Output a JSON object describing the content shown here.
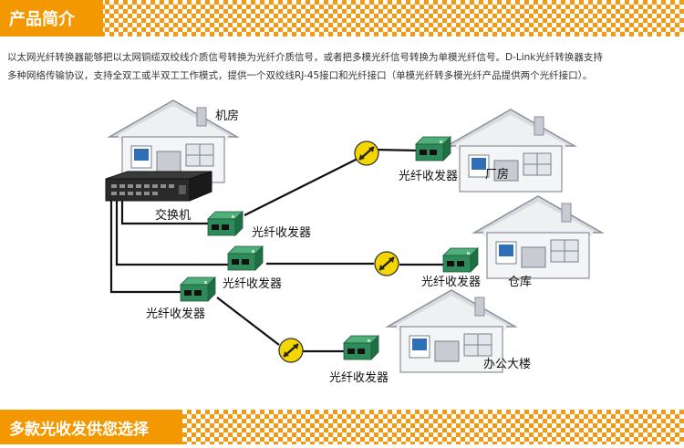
{
  "header": {
    "title": "产品简介"
  },
  "intro": {
    "line1": "以太网光纤转换器能够把以太网铜缆双绞线介质信号转换为光纤介质信号，或者把多模光纤信号转换为单模光纤信号。D-Link光纤转换器支持",
    "line2": "多种网络传输协议，支持全双工或半双工工作模式，提供一个双绞线RJ-45接口和光纤接口（单模光纤转多模光纤产品提供两个光纤接口）。"
  },
  "diagram": {
    "machine_room": "机房",
    "switch": "交换机",
    "transceiver_1": "光纤收发器",
    "transceiver_2": "光纤收发器",
    "transceiver_3": "光纤收发器",
    "transceiver_factory": "光纤收发器",
    "transceiver_warehouse": "光纤收发器",
    "transceiver_office": "光纤收发器",
    "factory": "厂房",
    "warehouse": "仓库",
    "office": "办公大楼"
  },
  "footer": {
    "title": "多款光收发供您选择"
  },
  "colors": {
    "accent": "#f39800",
    "device_green": "#2f8a5a"
  }
}
